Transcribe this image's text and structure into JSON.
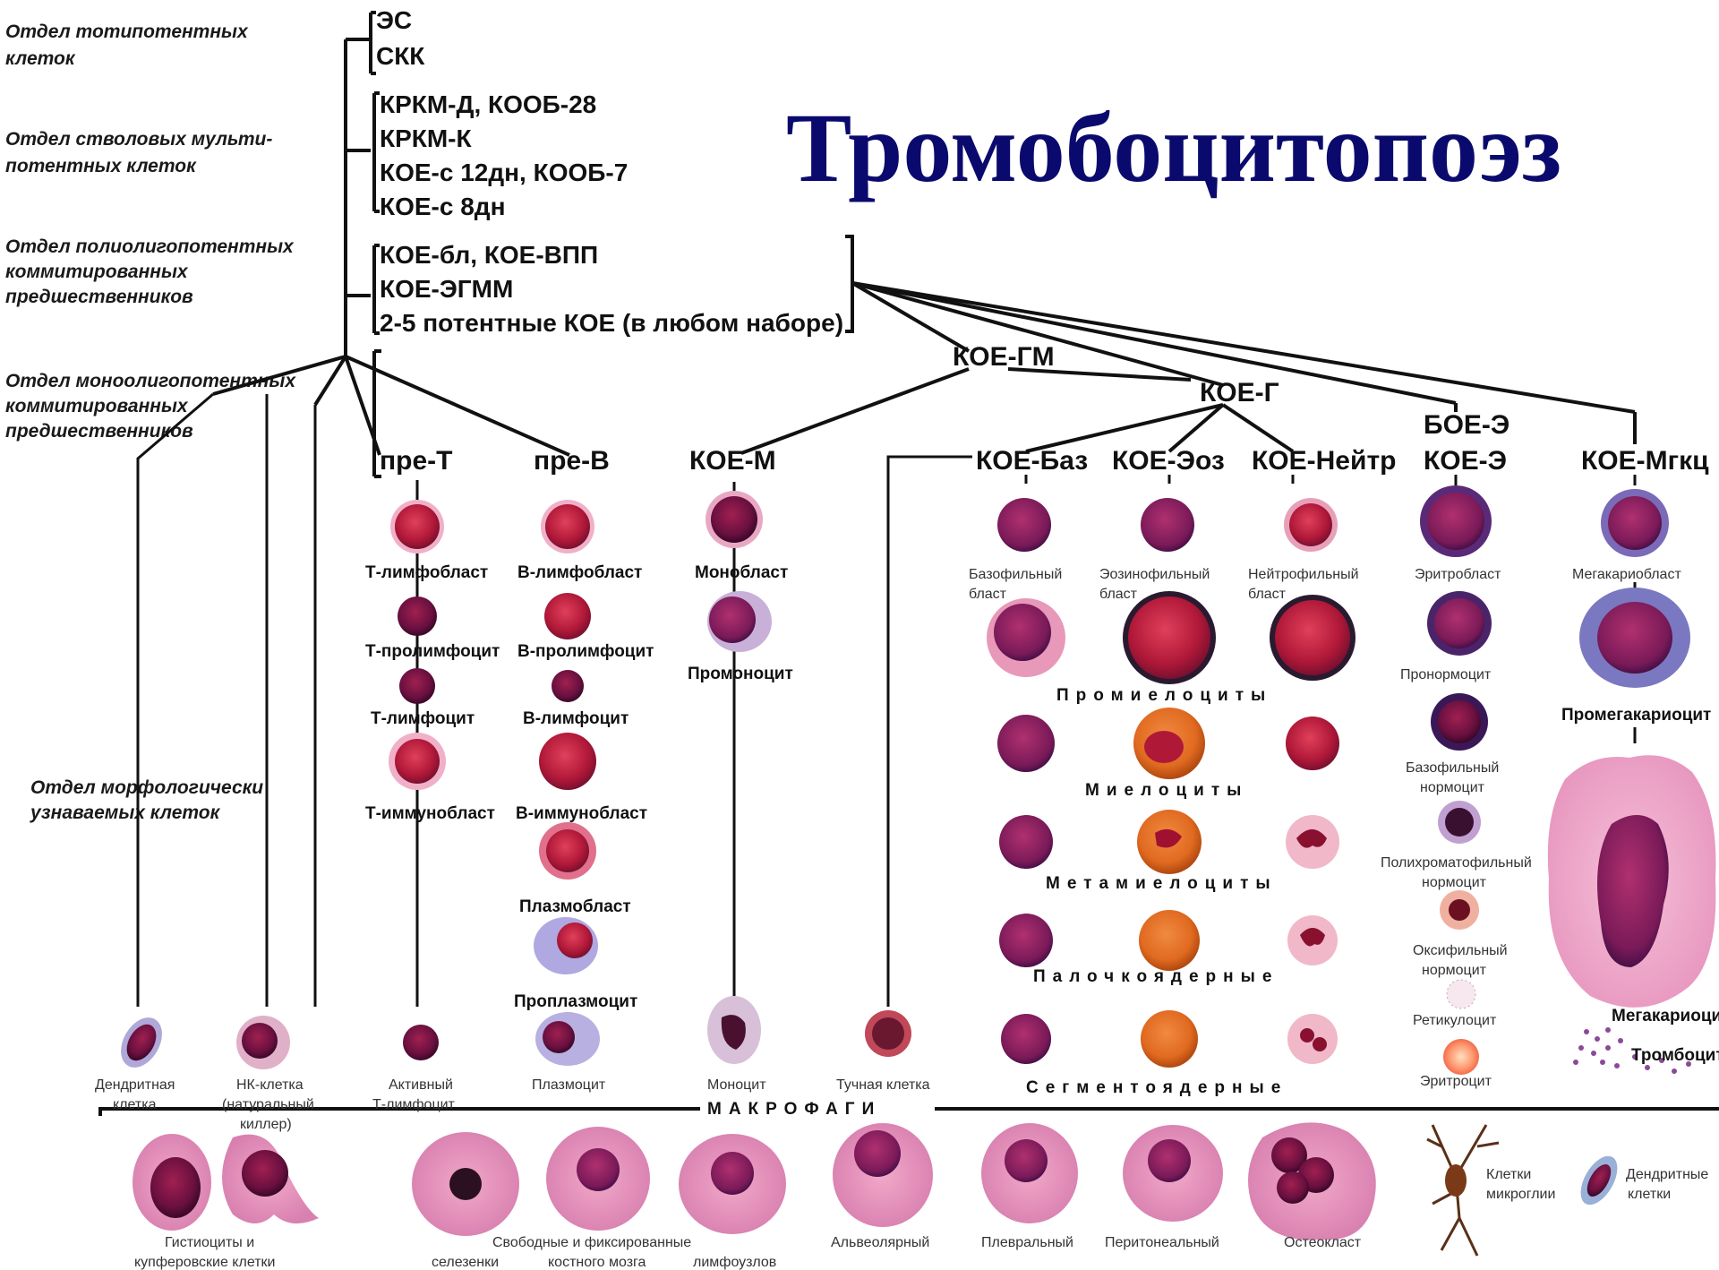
{
  "title": "Тромобоцитопоэз",
  "departments": {
    "d1": [
      "Отдел тотипотентных",
      "клеток"
    ],
    "d2": [
      "Отдел стволовых мульти-",
      "потентных клеток"
    ],
    "d3": [
      "Отдел полиолигопотентных",
      "коммитированных",
      "предшественников"
    ],
    "d4": [
      "Отдел моноолигопотентных",
      "коммитированных",
      "предшественников"
    ],
    "d5": [
      "Отдел морфологически",
      "узнаваемых клеток"
    ]
  },
  "codes": {
    "c1": [
      "ЭС",
      "СКК"
    ],
    "c2": [
      "КРКМ-Д, КООБ-28",
      "КРКМ-К",
      "КОЕ-с 12дн, КООБ-7",
      "КОЕ-с 8дн"
    ],
    "c3": [
      "КОЕ-бл, КОЕ-ВПП",
      "КОЕ-ЭГММ",
      "2-5 потентные КОЕ (в любом наборе)"
    ]
  },
  "nodes": {
    "koe_gm": "КОЕ-ГМ",
    "koe_g": "КОЕ-Г",
    "boe_e": "БОЕ-Э",
    "pre_t": "пре-Т",
    "pre_b": "пре-В",
    "koe_m": "КОЕ-М",
    "koe_baz": "КОЕ-Баз",
    "koe_eoz": "КОЕ-Эоз",
    "koe_neitr": "КОЕ-Нейтр",
    "koe_e": "КОЕ-Э",
    "koe_mgkc": "КОЕ-Мгкц"
  },
  "t_line": [
    "Т-лимфобласт",
    "Т-пролимфоцит",
    "Т-лимфоцит",
    "Т-иммунобласт"
  ],
  "b_line": [
    "В-лимфобласт",
    "В-пролимфоцит",
    "В-лимфоцит",
    "В-иммунобласт",
    "Плазмобласт",
    "Проплазмоцит"
  ],
  "m_line": [
    "Монобласт",
    "Промоноцит"
  ],
  "blasts": {
    "baz": [
      "Базофильный",
      "бласт"
    ],
    "eoz": [
      "Эозинофильный",
      "бласт"
    ],
    "neitr": [
      "Нейтрофильный",
      "бласт"
    ]
  },
  "stages": {
    "promyelocytes": "Промиелоциты",
    "myelocytes": "Миелоциты",
    "metamyelocytes": "Метамиелоциты",
    "band": "Палочкоядерные",
    "segmented": "Сегментоядерные"
  },
  "erythro": {
    "eritroblast": "Эритробласт",
    "pronormocyte": "Пронормоцит",
    "baso": [
      "Базофильный",
      "нормоцит"
    ],
    "poly": [
      "Полихроматофильный",
      "нормоцит"
    ],
    "oxy": [
      "Оксифильный",
      "нормоцит"
    ],
    "retic": "Ретикулоцит",
    "erythrocyte": "Эритроцит"
  },
  "mega": {
    "megakaryoblast": "Мегакариобласт",
    "promegakaryocyte": "Промегакариоцит",
    "megakaryocyte": "Мегакариоцит",
    "thrombocytes": "Тромбоциты"
  },
  "bottom_cells": {
    "dendritic": [
      "Дендритная",
      "клетка"
    ],
    "nk": [
      "НК-клетка",
      "(натуральный",
      "киллер)"
    ],
    "active_t": [
      "Активный",
      "Т-лимфоцит"
    ],
    "plasmocyte": "Плазмоцит",
    "monocyte": "Моноцит",
    "mast": "Тучная клетка"
  },
  "macrophages": {
    "header": "МАКРОФАГИ",
    "kupffer": [
      "Гистиоциты и",
      "купферовские клетки"
    ],
    "free_fixed": "Свободные и фиксированные",
    "spleen": "селезенки",
    "marrow": "костного мозга",
    "lymph": "лимфоузлов",
    "alveolar": "Альвеолярный",
    "pleural": "Плевральный",
    "peritoneal": "Перитонеальный",
    "osteoclast": "Остеокласт",
    "microglia": [
      "Клетки",
      "микроглии"
    ],
    "dendritic2": [
      "Дендритные",
      "клетки"
    ]
  },
  "colors": {
    "title": "#0a0a6e",
    "nucleus_dark": "#7a1030",
    "nucleus_red": "#c02040",
    "cytoplasm_pink": "#e890b0",
    "cytoplasm_blue": "#9aa0d8",
    "granule_dark": "#1a0a2a",
    "granule_orange": "#e07820"
  }
}
